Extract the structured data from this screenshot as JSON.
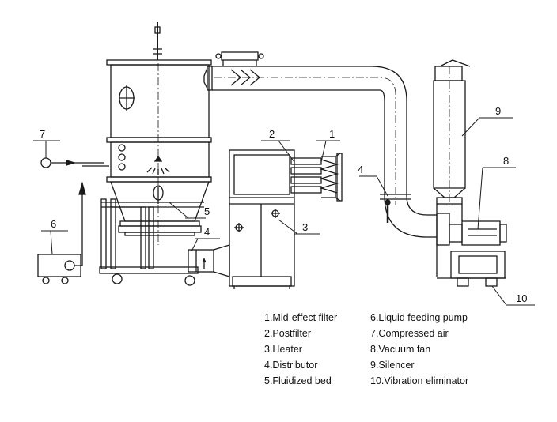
{
  "callouts": {
    "c1": "1",
    "c2": "2",
    "c3": "3",
    "c4a": "4",
    "c4b": "4",
    "c5": "5",
    "c6": "6",
    "c7": "7",
    "c8": "8",
    "c9": "9",
    "c10": "10"
  },
  "legend": {
    "left": [
      "1.Mid-effect filter",
      "2.Postfilter",
      "3.Heater",
      "4.Distributor",
      "5.Fluidized bed"
    ],
    "right": [
      "6.Liquid feeding pump",
      "7.Compressed air",
      "8.Vacuum fan",
      "9.Silencer",
      "10.Vibration eliminator"
    ]
  },
  "colors": {
    "stroke": "#1a1a1a",
    "background": "#ffffff"
  }
}
